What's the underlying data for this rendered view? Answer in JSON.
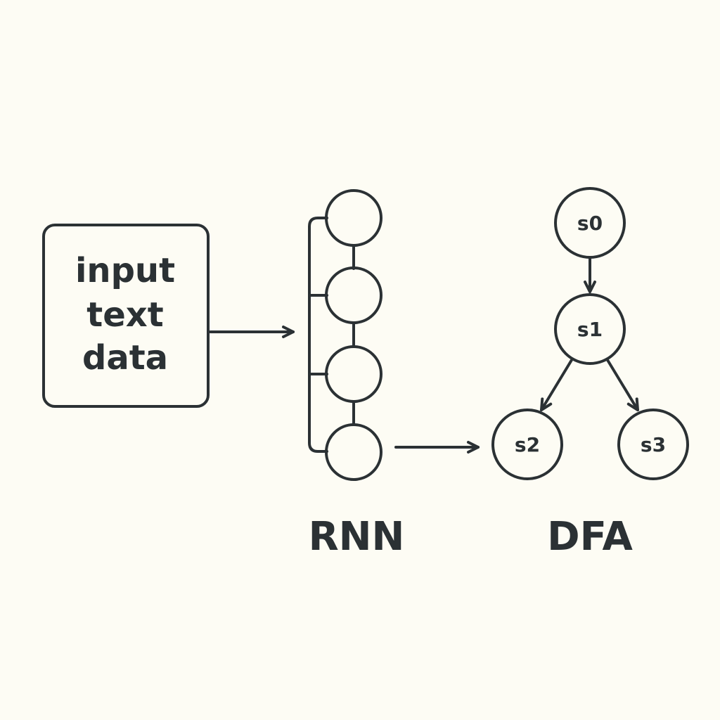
{
  "input_box": {
    "lines": [
      "input",
      "text",
      "data"
    ]
  },
  "rnn": {
    "title": "RNN",
    "unit_count": 4
  },
  "dfa": {
    "title": "DFA",
    "states": [
      {
        "id": "s0",
        "label": "s0"
      },
      {
        "id": "s1",
        "label": "s1"
      },
      {
        "id": "s2",
        "label": "s2"
      },
      {
        "id": "s3",
        "label": "s3"
      }
    ],
    "transitions": [
      {
        "from": "s0",
        "to": "s1"
      },
      {
        "from": "s1",
        "to": "s2"
      },
      {
        "from": "s1",
        "to": "s3"
      }
    ]
  },
  "colors": {
    "background": "#fdfcf4",
    "ink": "#2b3134"
  }
}
